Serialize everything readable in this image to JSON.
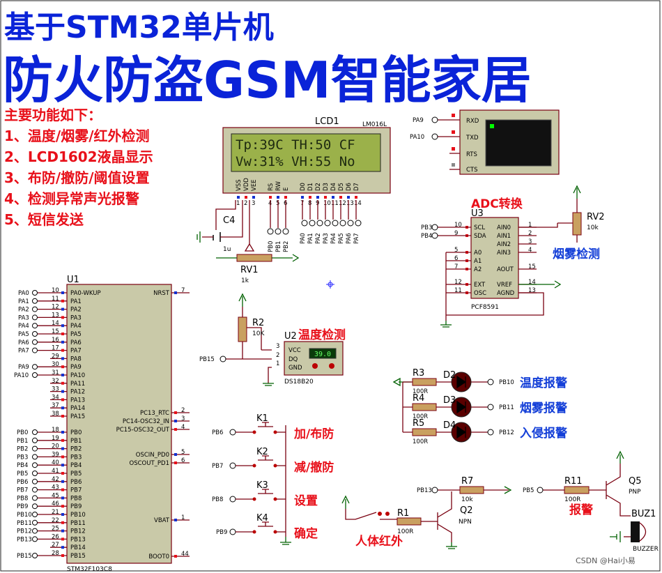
{
  "title": {
    "line1": "基于STM32单片机",
    "line2": "防火防盗GSM智能家居"
  },
  "features": {
    "header": "主要功能如下：",
    "items": [
      "1、温度/烟雾/红外检测",
      "2、LCD1602液晶显示",
      "3、布防/撤防/阈值设置",
      "4、检测异常声光报警",
      "5、短信发送"
    ]
  },
  "lcd": {
    "ref": "LCD1",
    "model": "LM016L",
    "row1": "Tp:39C TH:50  CF",
    "row2": "Vw:31% VH:55  No",
    "pins": [
      "VSS",
      "VDD",
      "VEE",
      "RS",
      "RW",
      "E",
      "D0",
      "D1",
      "D2",
      "D3",
      "D4",
      "D5",
      "D6",
      "D7"
    ],
    "pin_nums": [
      "1",
      "2",
      "3",
      "4",
      "5",
      "6",
      "7",
      "8",
      "9",
      "10",
      "11",
      "12",
      "13",
      "14"
    ],
    "ctrl_nets": [
      "PB0",
      "PB1",
      "PB2"
    ],
    "data_nets": [
      "PA0",
      "PA1",
      "PA2",
      "PA3",
      "PA4",
      "PA5",
      "PA6",
      "PA7"
    ]
  },
  "gsm": {
    "pins": [
      "RXD",
      "TXD",
      "RTS",
      "CTS"
    ],
    "nets": [
      "PA9",
      "PA10"
    ]
  },
  "adc": {
    "label": "ADC转换",
    "ref": "U3",
    "model": "PCF8591",
    "left_pins": [
      "SCL",
      "SDA",
      "A0",
      "A1",
      "A2",
      "EXT",
      "OSC"
    ],
    "left_nums": [
      "10",
      "9",
      "5",
      "6",
      "7",
      "12",
      "11"
    ],
    "right_pins": [
      "AIN0",
      "AIN1",
      "AIN2",
      "AIN3",
      "AOUT",
      "VREF",
      "AGND"
    ],
    "right_nums": [
      "1",
      "2",
      "3",
      "4",
      "15",
      "14",
      "13"
    ],
    "nets": [
      "PB3",
      "PB4"
    ]
  },
  "rv2": {
    "ref": "RV2",
    "value": "10k",
    "label": "烟雾检测"
  },
  "c4": {
    "ref": "C4",
    "value": "1u"
  },
  "rv1": {
    "ref": "RV1",
    "value": "1k"
  },
  "mcu": {
    "ref": "U1",
    "model": "STM32F103C8",
    "pa_nets": [
      "PA0",
      "PA1",
      "PA2",
      "PA3",
      "PA4",
      "PA5",
      "PA6",
      "PA7"
    ],
    "pa_pins": [
      "PA0-WKUP",
      "PA1",
      "PA2",
      "PA3",
      "PA4",
      "PA5",
      "PA6",
      "PA7",
      "PA8",
      "PA9",
      "PA10",
      "PA11",
      "PA12",
      "PA13",
      "PA14",
      "PA15"
    ],
    "pa_nums": [
      "10",
      "11",
      "12",
      "13",
      "14",
      "15",
      "16",
      "17",
      "29",
      "30",
      "31",
      "32",
      "33",
      "34",
      "37",
      "38"
    ],
    "pa_extra_nets": [
      "PA9",
      "PA10"
    ],
    "pb_pins": [
      "PB0",
      "PB1",
      "PB2",
      "PB3",
      "PB4",
      "PB5",
      "PB6",
      "PB7",
      "PB8",
      "PB9",
      "PB10",
      "PB11",
      "PB12",
      "PB13",
      "PB14",
      "PB15"
    ],
    "pb_nums": [
      "18",
      "19",
      "20",
      "39",
      "40",
      "41",
      "42",
      "43",
      "45",
      "46",
      "21",
      "22",
      "25",
      "26",
      "27",
      "28"
    ],
    "pb_nets": [
      "PB0",
      "PB1",
      "PB2",
      "PB3",
      "PB4",
      "PB5",
      "PB6",
      "PB7",
      "PB8",
      "PB9",
      "PB10",
      "PB11",
      "PB12",
      "PB13",
      "PB15"
    ],
    "right_pins": [
      "NRST",
      "PC13_RTC",
      "PC14-OSC32_IN",
      "PC15-OSC32_OUT",
      "OSCIN_PD0",
      "OSCOUT_PD1",
      "VBAT",
      "BOOT0"
    ],
    "right_nums": [
      "7",
      "2",
      "3",
      "4",
      "5",
      "6",
      "1",
      "44"
    ]
  },
  "r2": {
    "ref": "R2",
    "value": "10K"
  },
  "ds18b20": {
    "ref": "U2",
    "label": "温度检测",
    "model": "DS18B20",
    "pins": [
      "VCC",
      "DQ",
      "GND"
    ],
    "pin_nums": [
      "3",
      "2",
      "1"
    ],
    "reading": "39.0",
    "net": "PB15"
  },
  "leds": [
    {
      "r": "R3",
      "rv": "100R",
      "d": "D2",
      "net": "PB10",
      "label": "温度报警"
    },
    {
      "r": "R4",
      "rv": "100R",
      "d": "D3",
      "net": "PB11",
      "label": "烟雾报警"
    },
    {
      "r": "R5",
      "rv": "100R",
      "d": "D4",
      "net": "PB12",
      "label": "入侵报警"
    }
  ],
  "keys": [
    {
      "ref": "K1",
      "net": "PB6",
      "label": "加/布防"
    },
    {
      "ref": "K2",
      "net": "PB7",
      "label": "减/撤防"
    },
    {
      "ref": "K3",
      "net": "PB8",
      "label": "设置"
    },
    {
      "ref": "K4",
      "net": "PB9",
      "label": "确定"
    }
  ],
  "pir": {
    "label": "人体红外",
    "r": "R1",
    "rv": "100R"
  },
  "q2": {
    "ref": "Q2",
    "type": "NPN",
    "r": "R7",
    "rv": "10k",
    "net": "PB13"
  },
  "q5": {
    "ref": "Q5",
    "type": "PNP",
    "r": "R11",
    "rv": "100R",
    "net": "PB5",
    "label": "报警"
  },
  "buzzer": {
    "ref": "BUZ1",
    "model": "BUZZER"
  },
  "watermark": "CSDN @Hai小易",
  "colors": {
    "title": "#0a23d8",
    "accent_red": "#e8101a",
    "label_blue": "#1540d8",
    "wire": "#7a0010",
    "lcd_bg": "#9bb14a"
  }
}
